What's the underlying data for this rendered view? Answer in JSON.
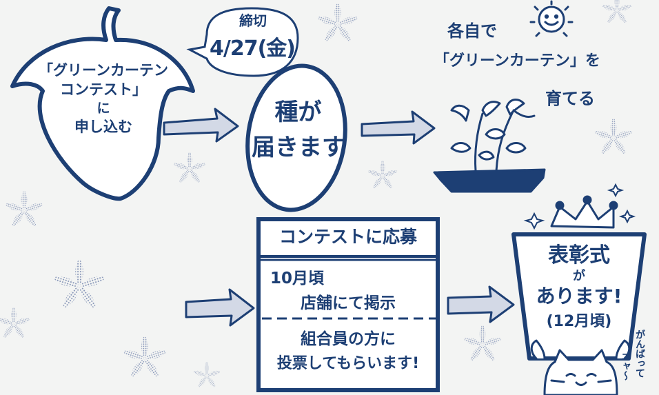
{
  "colors": {
    "ink": "#1d3f74",
    "arrow_fill": "#d3d9e6",
    "background": "#f3f4f3",
    "pale_leaf": "#b9c4d8"
  },
  "steps": {
    "apply": {
      "lines": [
        "「グリーンカーテン",
        "コンテスト」",
        "に",
        "申し込む"
      ]
    },
    "deadline": {
      "label": "締切",
      "date": "4/27(金)"
    },
    "seeds": {
      "lines": [
        "種が",
        "届きます"
      ]
    },
    "grow": {
      "lines": [
        "各自で",
        "「グリーンカーテン」を",
        "育てる"
      ]
    },
    "enter": {
      "title": "コンテストに応募",
      "middle": [
        "10月頃",
        "店舗にて掲示"
      ],
      "bottom": [
        "組合員の方に",
        "投票してもらいます!"
      ]
    },
    "ceremony": {
      "lines": [
        "表彰式",
        "が",
        "あります!",
        "(12月頃)"
      ]
    },
    "cat": {
      "lines": [
        "がんばって",
        "ニャ～"
      ]
    }
  }
}
